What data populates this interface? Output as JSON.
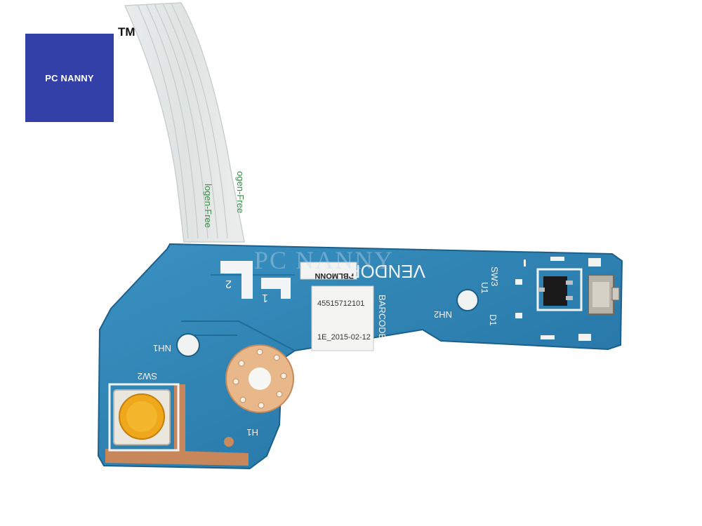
{
  "logo": {
    "text": "PC NANNY",
    "trademark": "TM",
    "color": "#3340a8"
  },
  "watermark": "PC NANNY",
  "cable": {
    "print_a": "logen-Free",
    "print_b": "ogen-Free"
  },
  "board": {
    "color": "#2a7fae",
    "labels": {
      "vendor": "VENDOR",
      "barcode_caption": "BARCODE",
      "serial": "45515712101",
      "date": "1E_2015-02-12",
      "sw1_id": "PBLMONN",
      "sw2": "SW2",
      "nh1": "NH1",
      "nh2": "NH2",
      "h1": "H1",
      "sw3": "SW3",
      "u1": "U1",
      "d1": "D1",
      "mark_1": "1",
      "mark_2": "2"
    }
  }
}
